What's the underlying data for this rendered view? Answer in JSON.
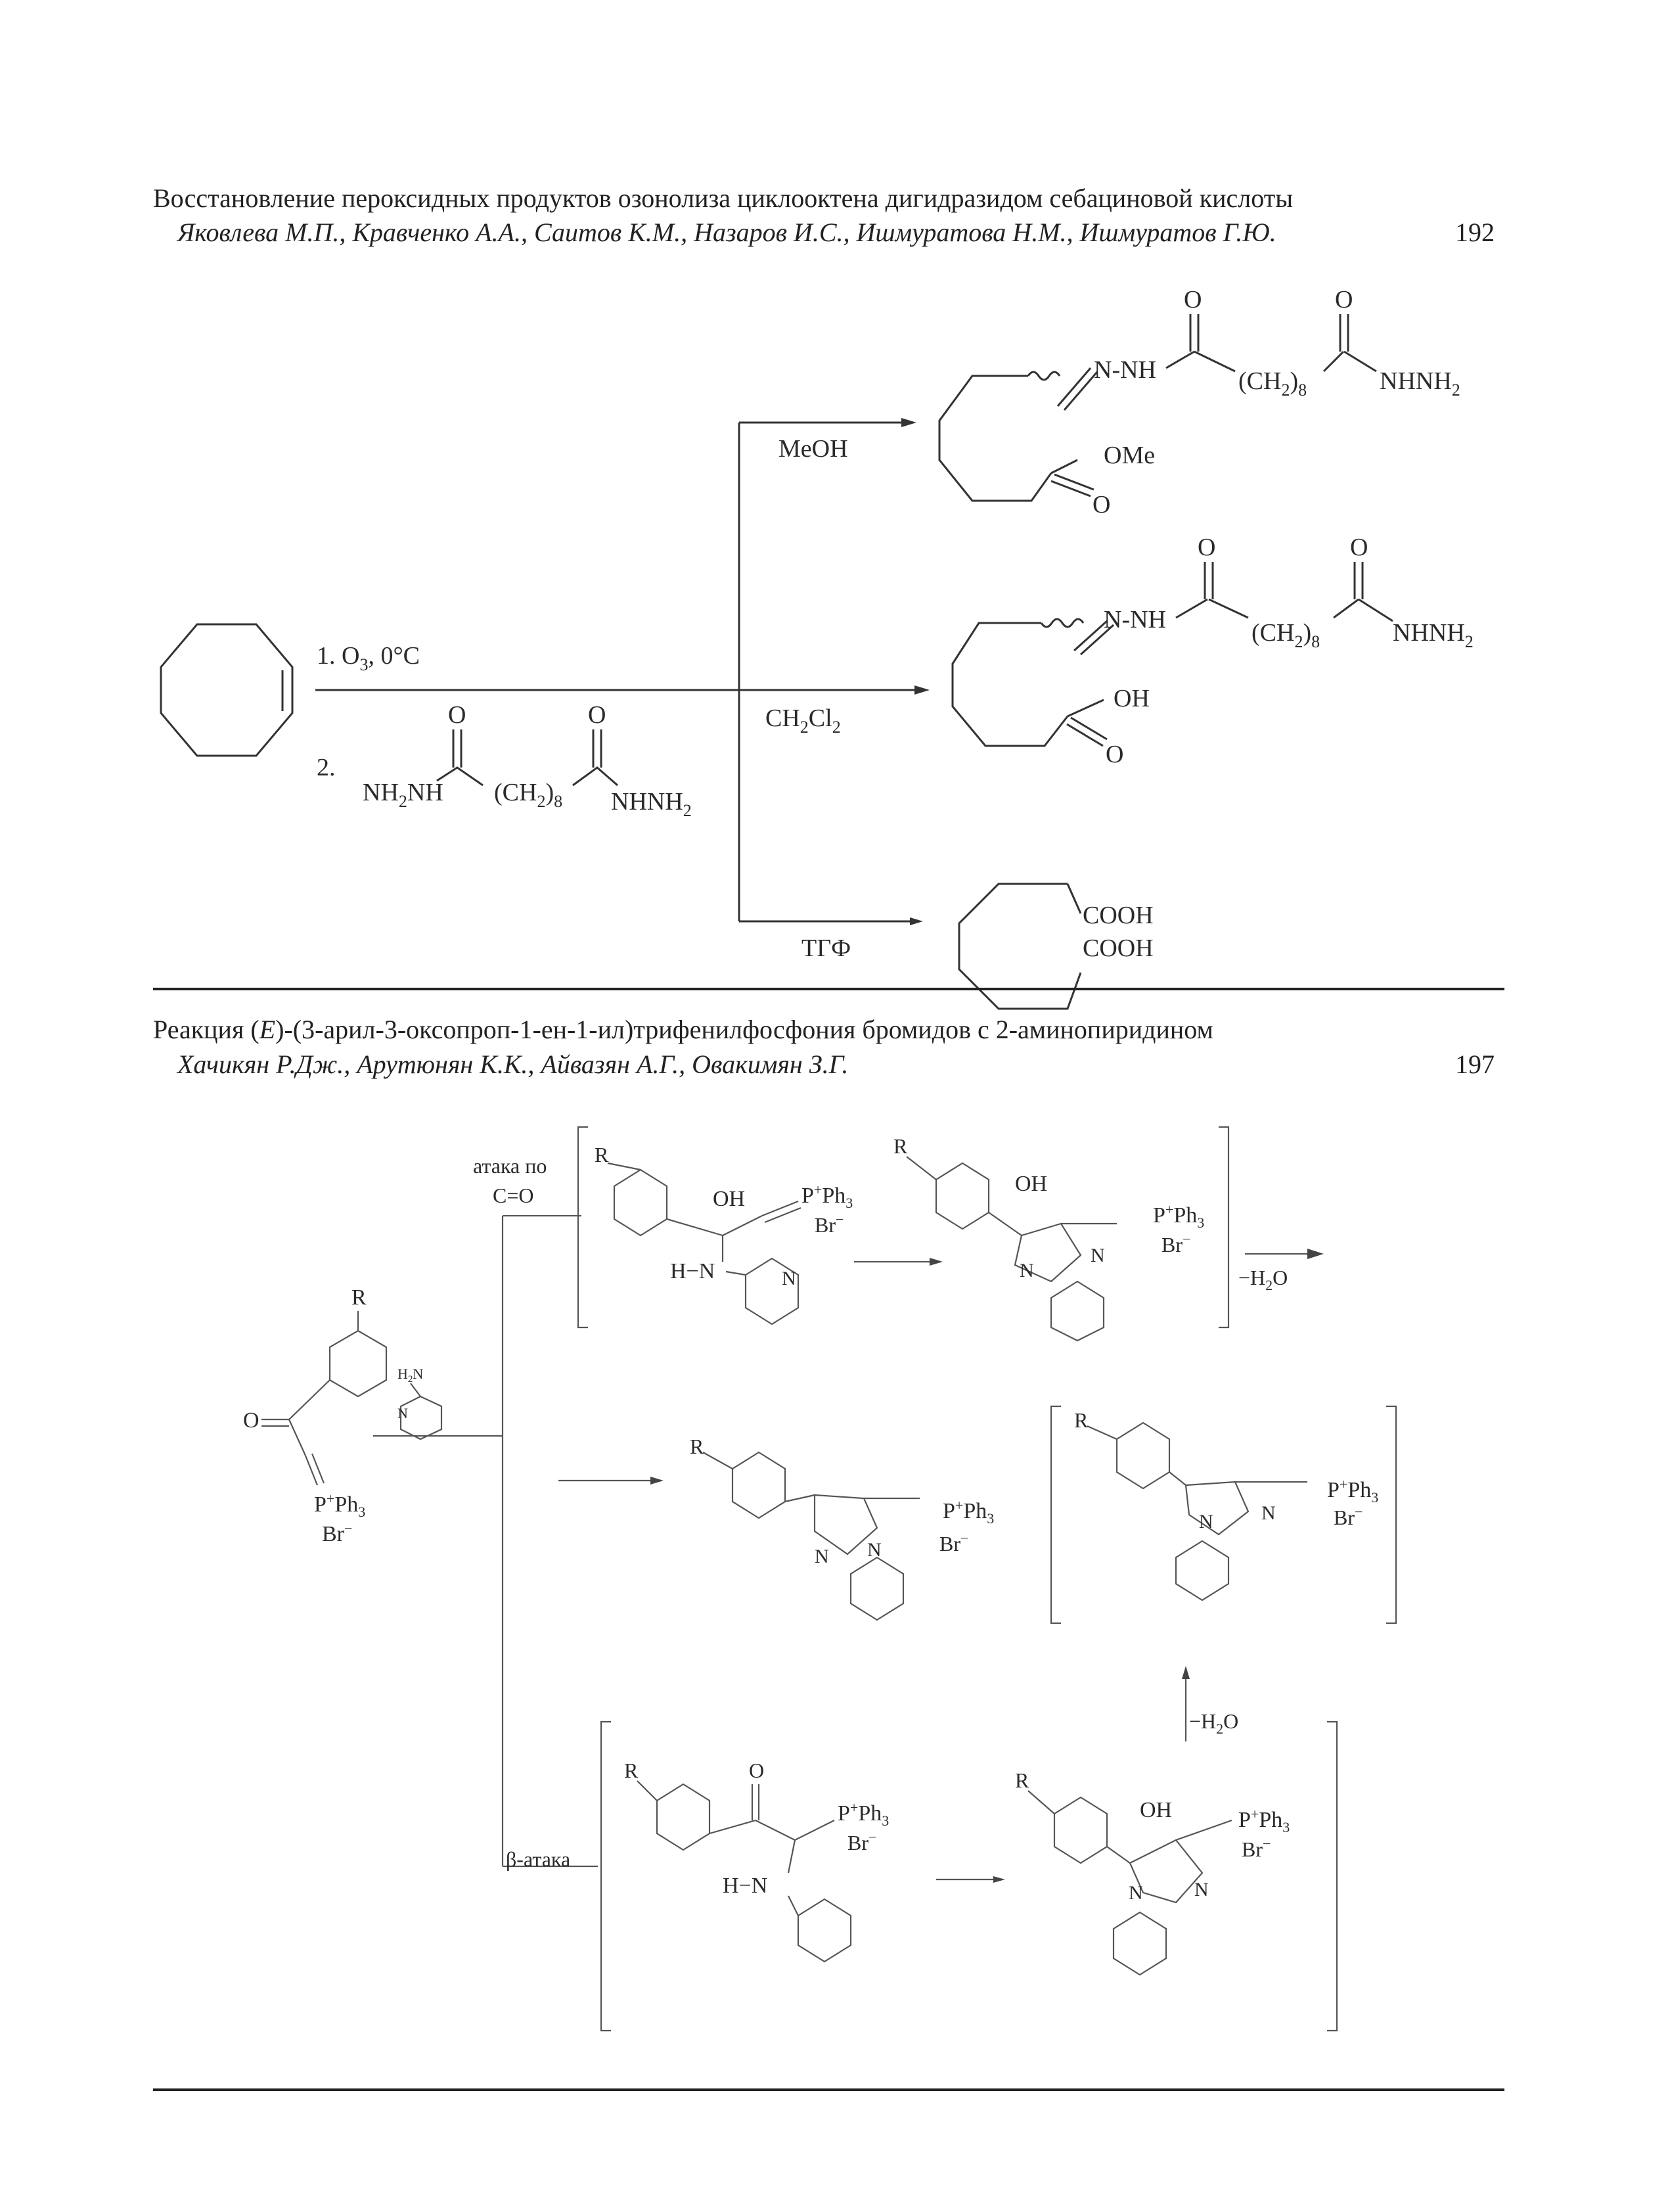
{
  "section1": {
    "title": "Восстановление пероксидных продуктов озонолиза циклооктена дигидразидом себациновой кислоты",
    "authors": "Яковлева М.П., Кравченко А.А., Саитов К.М., Назаров И.С., Ишмуратова Н.М., Ишмуратов Г.Ю.",
    "page": "192",
    "labels": {
      "step1": "1. O",
      "step1_sub": "3",
      "step1_tail": ", 0°C",
      "step2": "2.",
      "meoh": "MeOH",
      "ch2cl2": "CH",
      "ch2cl2_sub": "2",
      "ch2cl2_tail": "Cl",
      "ch2cl2_sub2": "2",
      "thf": "ТГФ",
      "o": "O",
      "nnh": "N-NH",
      "ch2_8": "(CH",
      "ch2_sub": "2",
      "ch2_close": ")",
      "ch2_n": "8",
      "nhnh2": "NHNH",
      "nhnh2_sub": "2",
      "nh2nh": "NH",
      "nh2nh_sub": "2",
      "nh2nh_tail": "NH",
      "ome": "OMe",
      "oh": "OH",
      "cooh1": "COOH",
      "cooh2": "COOH"
    }
  },
  "section2": {
    "title_a": "Реакция (",
    "title_e": "E",
    "title_b": ")-(3-арил-3-оксопроп-1-ен-1-ил)трифенилфосфония бромидов с 2-аминопиридином",
    "authors": "Хачикян Р.Дж., Арутюнян К.К., Айвазян А.Г., Овакимян З.Г.",
    "page": "197",
    "labels": {
      "attack_co_1": "атака по",
      "attack_co_2": "C=O",
      "beta_attack": "β-атака",
      "r": "R",
      "oh": "OH",
      "o": "O",
      "pph3": "P",
      "pph3_sup": "+",
      "pph3_tail": "Ph",
      "pph3_sub": "3",
      "br": "Br",
      "br_sup": "−",
      "hn": "H−N",
      "h_n": "H−N",
      "n": "N",
      "minus_h2o": "−H",
      "h2o_sub": "2",
      "h2o_tail": "O",
      "h2n": "H",
      "h2n_sub": "2",
      "h2n_tail": "N"
    }
  }
}
